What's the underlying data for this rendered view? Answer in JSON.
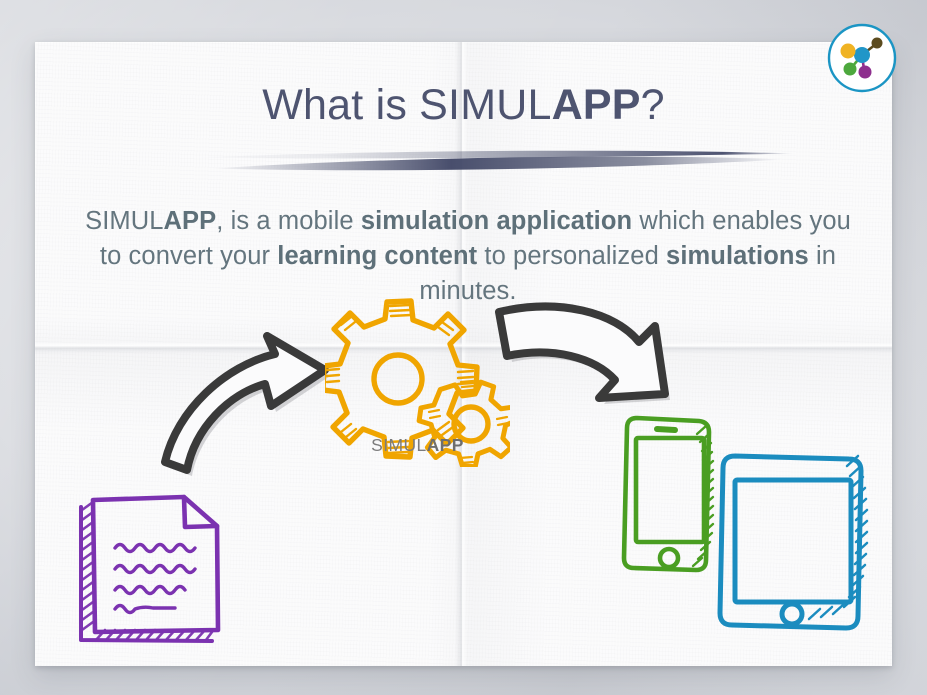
{
  "slide": {
    "title_plain": "What is SIMUL",
    "title_strong": "APP",
    "title_suffix": "?",
    "title_full": "What is SIMULAPP?",
    "body_segments": [
      {
        "text": "SIMUL",
        "bold": false
      },
      {
        "text": "APP",
        "bold": true
      },
      {
        "text": ", is a mobile ",
        "bold": false
      },
      {
        "text": "simulation application",
        "bold": true
      },
      {
        "text": " which enables you to convert your ",
        "bold": false
      },
      {
        "text": "learning content",
        "bold": true
      },
      {
        "text": " to personalized ",
        "bold": false
      },
      {
        "text": "simulations",
        "bold": true
      },
      {
        "text": " in minutes.",
        "bold": false
      }
    ],
    "body_full": "SIMULAPP, is a mobile simulation application which enables you to convert your learning content to personalized simulations in minutes."
  },
  "gear_caption": {
    "plain": "SIMUL",
    "strong": "APP",
    "full": "SIMULAPP"
  },
  "brand_logo": {
    "name": "simulapp-network-logo",
    "ring_color": "#1b95c4",
    "nodes": [
      {
        "name": "center-node",
        "color": "#2196c8"
      },
      {
        "name": "yellow-node",
        "color": "#f0b323"
      },
      {
        "name": "olive-node",
        "color": "#5c4b1f"
      },
      {
        "name": "green-node",
        "color": "#4da83d"
      },
      {
        "name": "purple-node",
        "color": "#8e2f8e"
      }
    ],
    "link_colors": [
      "#f0b323",
      "#5c4b1f",
      "#4da83d",
      "#8e2f8e"
    ]
  },
  "illustration": {
    "document": {
      "name": "learning-content-document",
      "color": "#7b32b0",
      "line_count": 4
    },
    "arrow_left": {
      "name": "arrow-input",
      "color": "#3a3a3a",
      "direction": "up-right"
    },
    "arrow_right": {
      "name": "arrow-output",
      "color": "#3a3a3a",
      "direction": "down-right"
    },
    "gear_large": {
      "name": "gear-large",
      "color": "#f0a500",
      "teeth": 8
    },
    "gear_small": {
      "name": "gear-small",
      "color": "#f0a500",
      "teeth": 9
    },
    "phone": {
      "name": "smartphone-device",
      "color": "#4a9e22"
    },
    "tablet": {
      "name": "tablet-device",
      "color": "#1b8cbf"
    }
  },
  "theme": {
    "title_color": "#4e5470",
    "body_color": "#64757e",
    "divider_color": "#494f6b",
    "paper_color": "#fbfbfc",
    "backdrop_color": "#d2d5db",
    "caption_color": "#7c7c7c"
  }
}
